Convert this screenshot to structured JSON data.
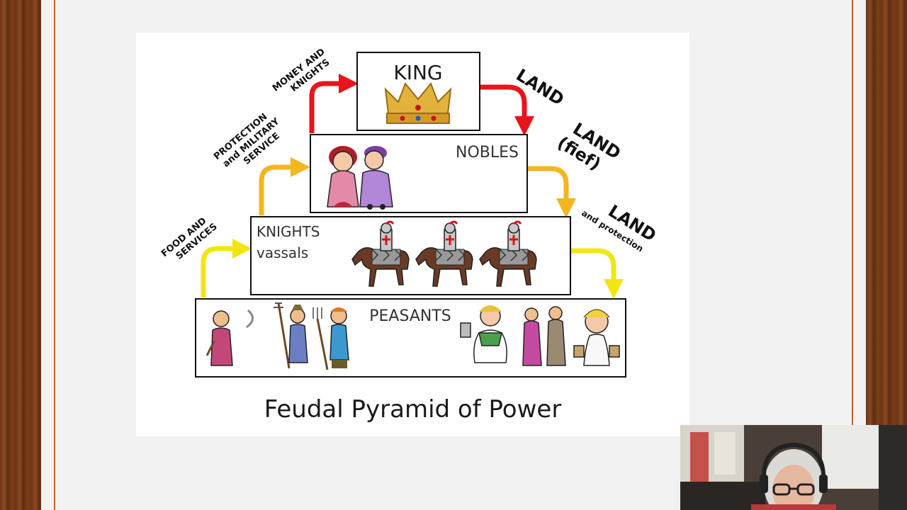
{
  "slide": {
    "title": "Feudal Pyramid of Power"
  },
  "pyramid": {
    "levels": [
      {
        "id": "king",
        "label": "KING",
        "icon": "crown-icon"
      },
      {
        "id": "nobles",
        "label": "NOBLES",
        "icon": "nobles-figures-icon"
      },
      {
        "id": "knights",
        "label_line1": "KNIGHTS",
        "label_line2": "vassals",
        "icon": "horse-knight-icon"
      },
      {
        "id": "peasants",
        "label": "PEASANTS",
        "icon": "peasant-figures-icon"
      }
    ],
    "up_arrows": [
      {
        "line1": "MONEY AND",
        "line2": "KNIGHTS",
        "color": "#e8141c"
      },
      {
        "line1": "PROTECTION",
        "line2": "and MILITARY",
        "line3": "SERVICE",
        "color": "#f5b51e"
      },
      {
        "line1": "FOOD AND",
        "line2": "SERVICES",
        "color": "#f2e612"
      }
    ],
    "down_arrows": [
      {
        "line1": "LAND",
        "color": "#e8141c"
      },
      {
        "line1": "LAND",
        "line2": "(fief)",
        "color": "#f5b51e"
      },
      {
        "line1": "LAND",
        "line2": "and protection",
        "color": "#f2e612"
      }
    ]
  },
  "colors": {
    "frame_accent": "#c0612b",
    "slide_background": "#f2f2f2"
  }
}
